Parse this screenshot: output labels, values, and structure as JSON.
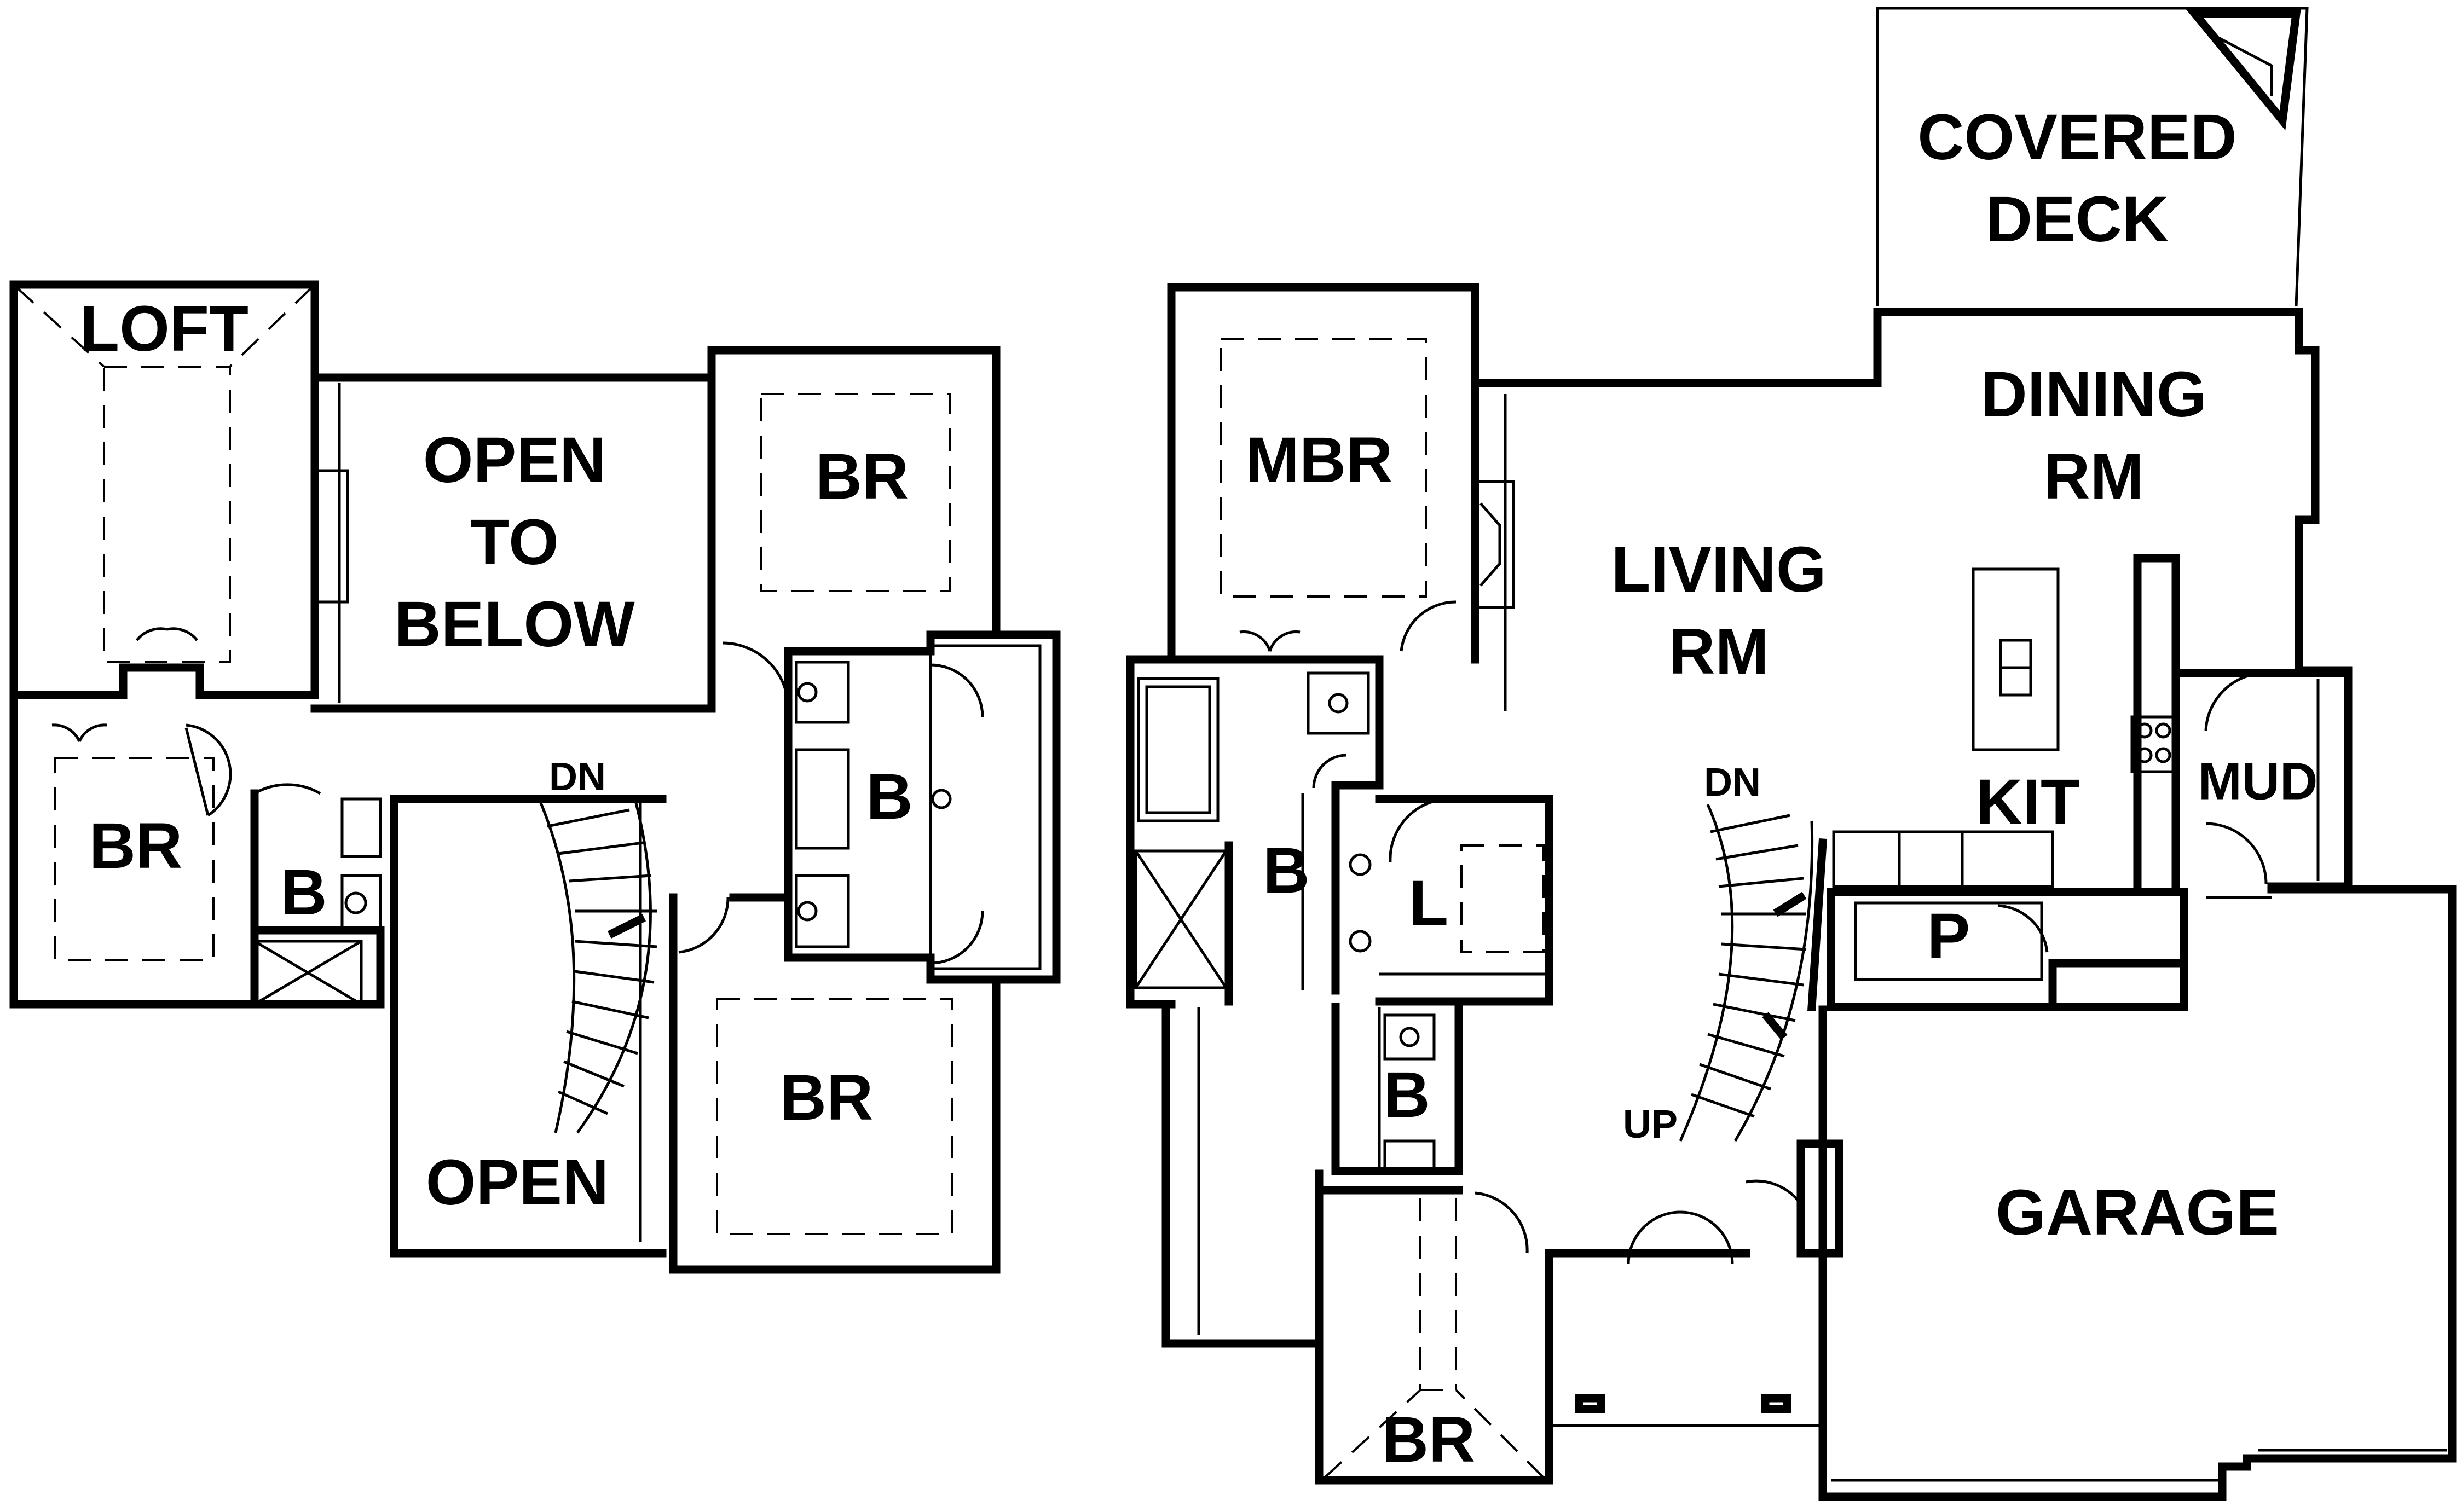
{
  "upper_floor": {
    "labels": {
      "loft": "LOFT",
      "open_to_below_1": "OPEN",
      "open_to_below_2": "TO",
      "open_to_below_3": "BELOW",
      "br_top_right": "BR",
      "br_left": "BR",
      "bath_left": "B",
      "bath_center": "B",
      "stair_dn": "DN",
      "open": "OPEN",
      "br_bottom": "BR"
    }
  },
  "main_floor": {
    "labels": {
      "covered_deck_1": "COVERED",
      "covered_deck_2": "DECK",
      "dining_1": "DINING",
      "dining_2": "RM",
      "mbr": "MBR",
      "living_1": "LIVING",
      "living_2": "RM",
      "kit": "KIT",
      "mud": "MUD",
      "stair_dn": "DN",
      "master_bath": "B",
      "laundry": "L",
      "pantry": "P",
      "hall_bath": "B",
      "stair_up": "UP",
      "garage": "GARAGE",
      "br_front": "BR"
    }
  }
}
